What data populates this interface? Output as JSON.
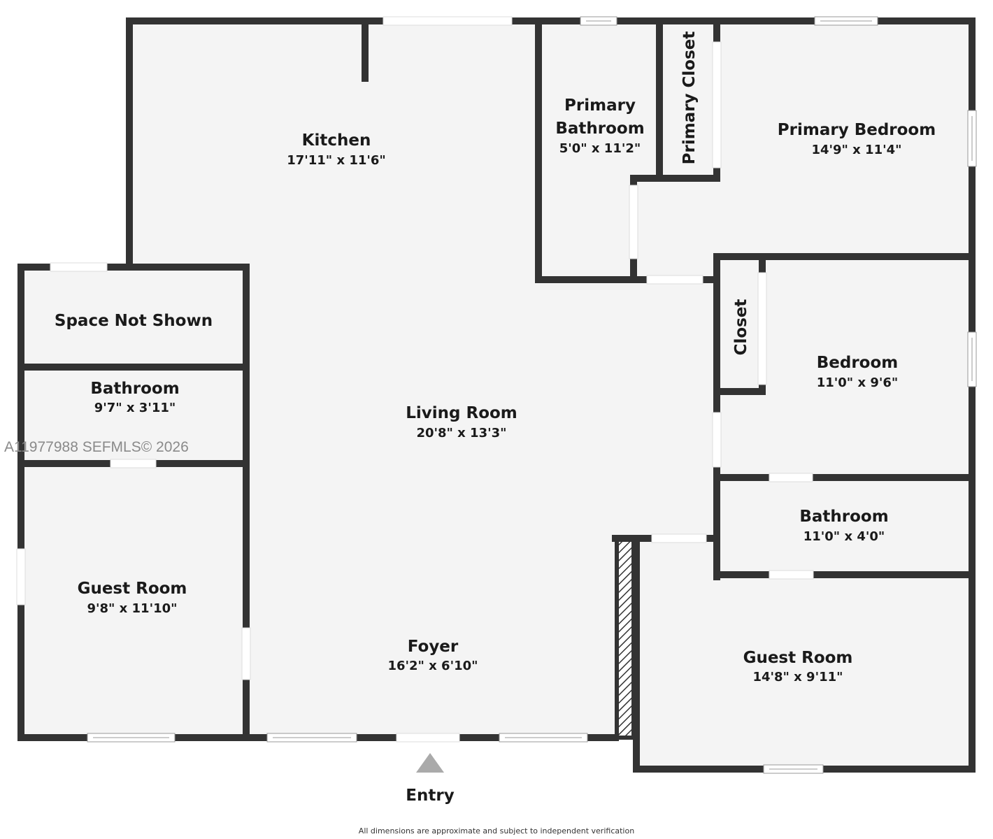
{
  "rooms": {
    "kitchen": {
      "name": "Kitchen",
      "dim": "17'11\" x 11'6\""
    },
    "primary_bathroom": {
      "name_line1": "Primary",
      "name_line2": "Bathroom",
      "dim": "5'0\" x 11'2\""
    },
    "primary_closet": {
      "name": "Primary Closet"
    },
    "primary_bedroom": {
      "name": "Primary Bedroom",
      "dim": "14'9\" x 11'4\""
    },
    "space_not_shown": {
      "name": "Space Not Shown"
    },
    "bathroom_left": {
      "name": "Bathroom",
      "dim": "9'7\" x 3'11\""
    },
    "living_room": {
      "name": "Living Room",
      "dim": "20'8\" x 13'3\""
    },
    "closet": {
      "name": "Closet"
    },
    "bedroom": {
      "name": "Bedroom",
      "dim": "11'0\" x 9'6\""
    },
    "bathroom_right": {
      "name": "Bathroom",
      "dim": "11'0\" x 4'0\""
    },
    "guest_room_left": {
      "name": "Guest Room",
      "dim": "9'8\" x 11'10\""
    },
    "foyer": {
      "name": "Foyer",
      "dim": "16'2\" x 6'10\""
    },
    "guest_room_right": {
      "name": "Guest Room",
      "dim": "14'8\" x 9'11\""
    }
  },
  "entry": {
    "label": "Entry",
    "icon": "triangle-up-icon"
  },
  "watermark": "A11977988  SEFMLS© 2026",
  "footer": "All dimensions are approximate and subject to independent verification",
  "colors": {
    "wall": "#333333",
    "floor": "#f4f4f4",
    "entry_marker": "#aaaaaa"
  }
}
